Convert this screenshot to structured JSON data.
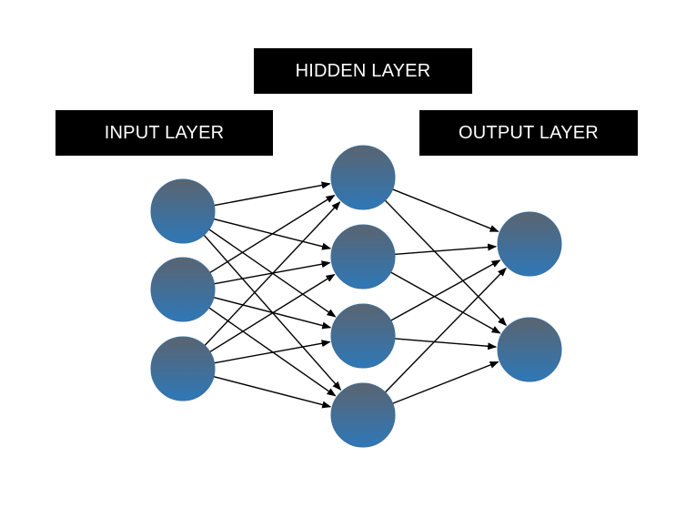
{
  "labels": {
    "input": "INPUT LAYER",
    "hidden": "HIDDEN LAYER",
    "output": "OUTPUT LAYER"
  },
  "network": {
    "layers": [
      {
        "name": "input",
        "neurons": 3
      },
      {
        "name": "hidden",
        "neurons": 4
      },
      {
        "name": "output",
        "neurons": 2
      }
    ],
    "connections": "fully-connected"
  },
  "colors": {
    "neuron_top": "#5a6470",
    "neuron_bottom": "#2e78b8",
    "neuron_stroke": "#3d6f9c",
    "edge": "#000000",
    "label_bg": "#000000",
    "label_text": "#ffffff"
  }
}
